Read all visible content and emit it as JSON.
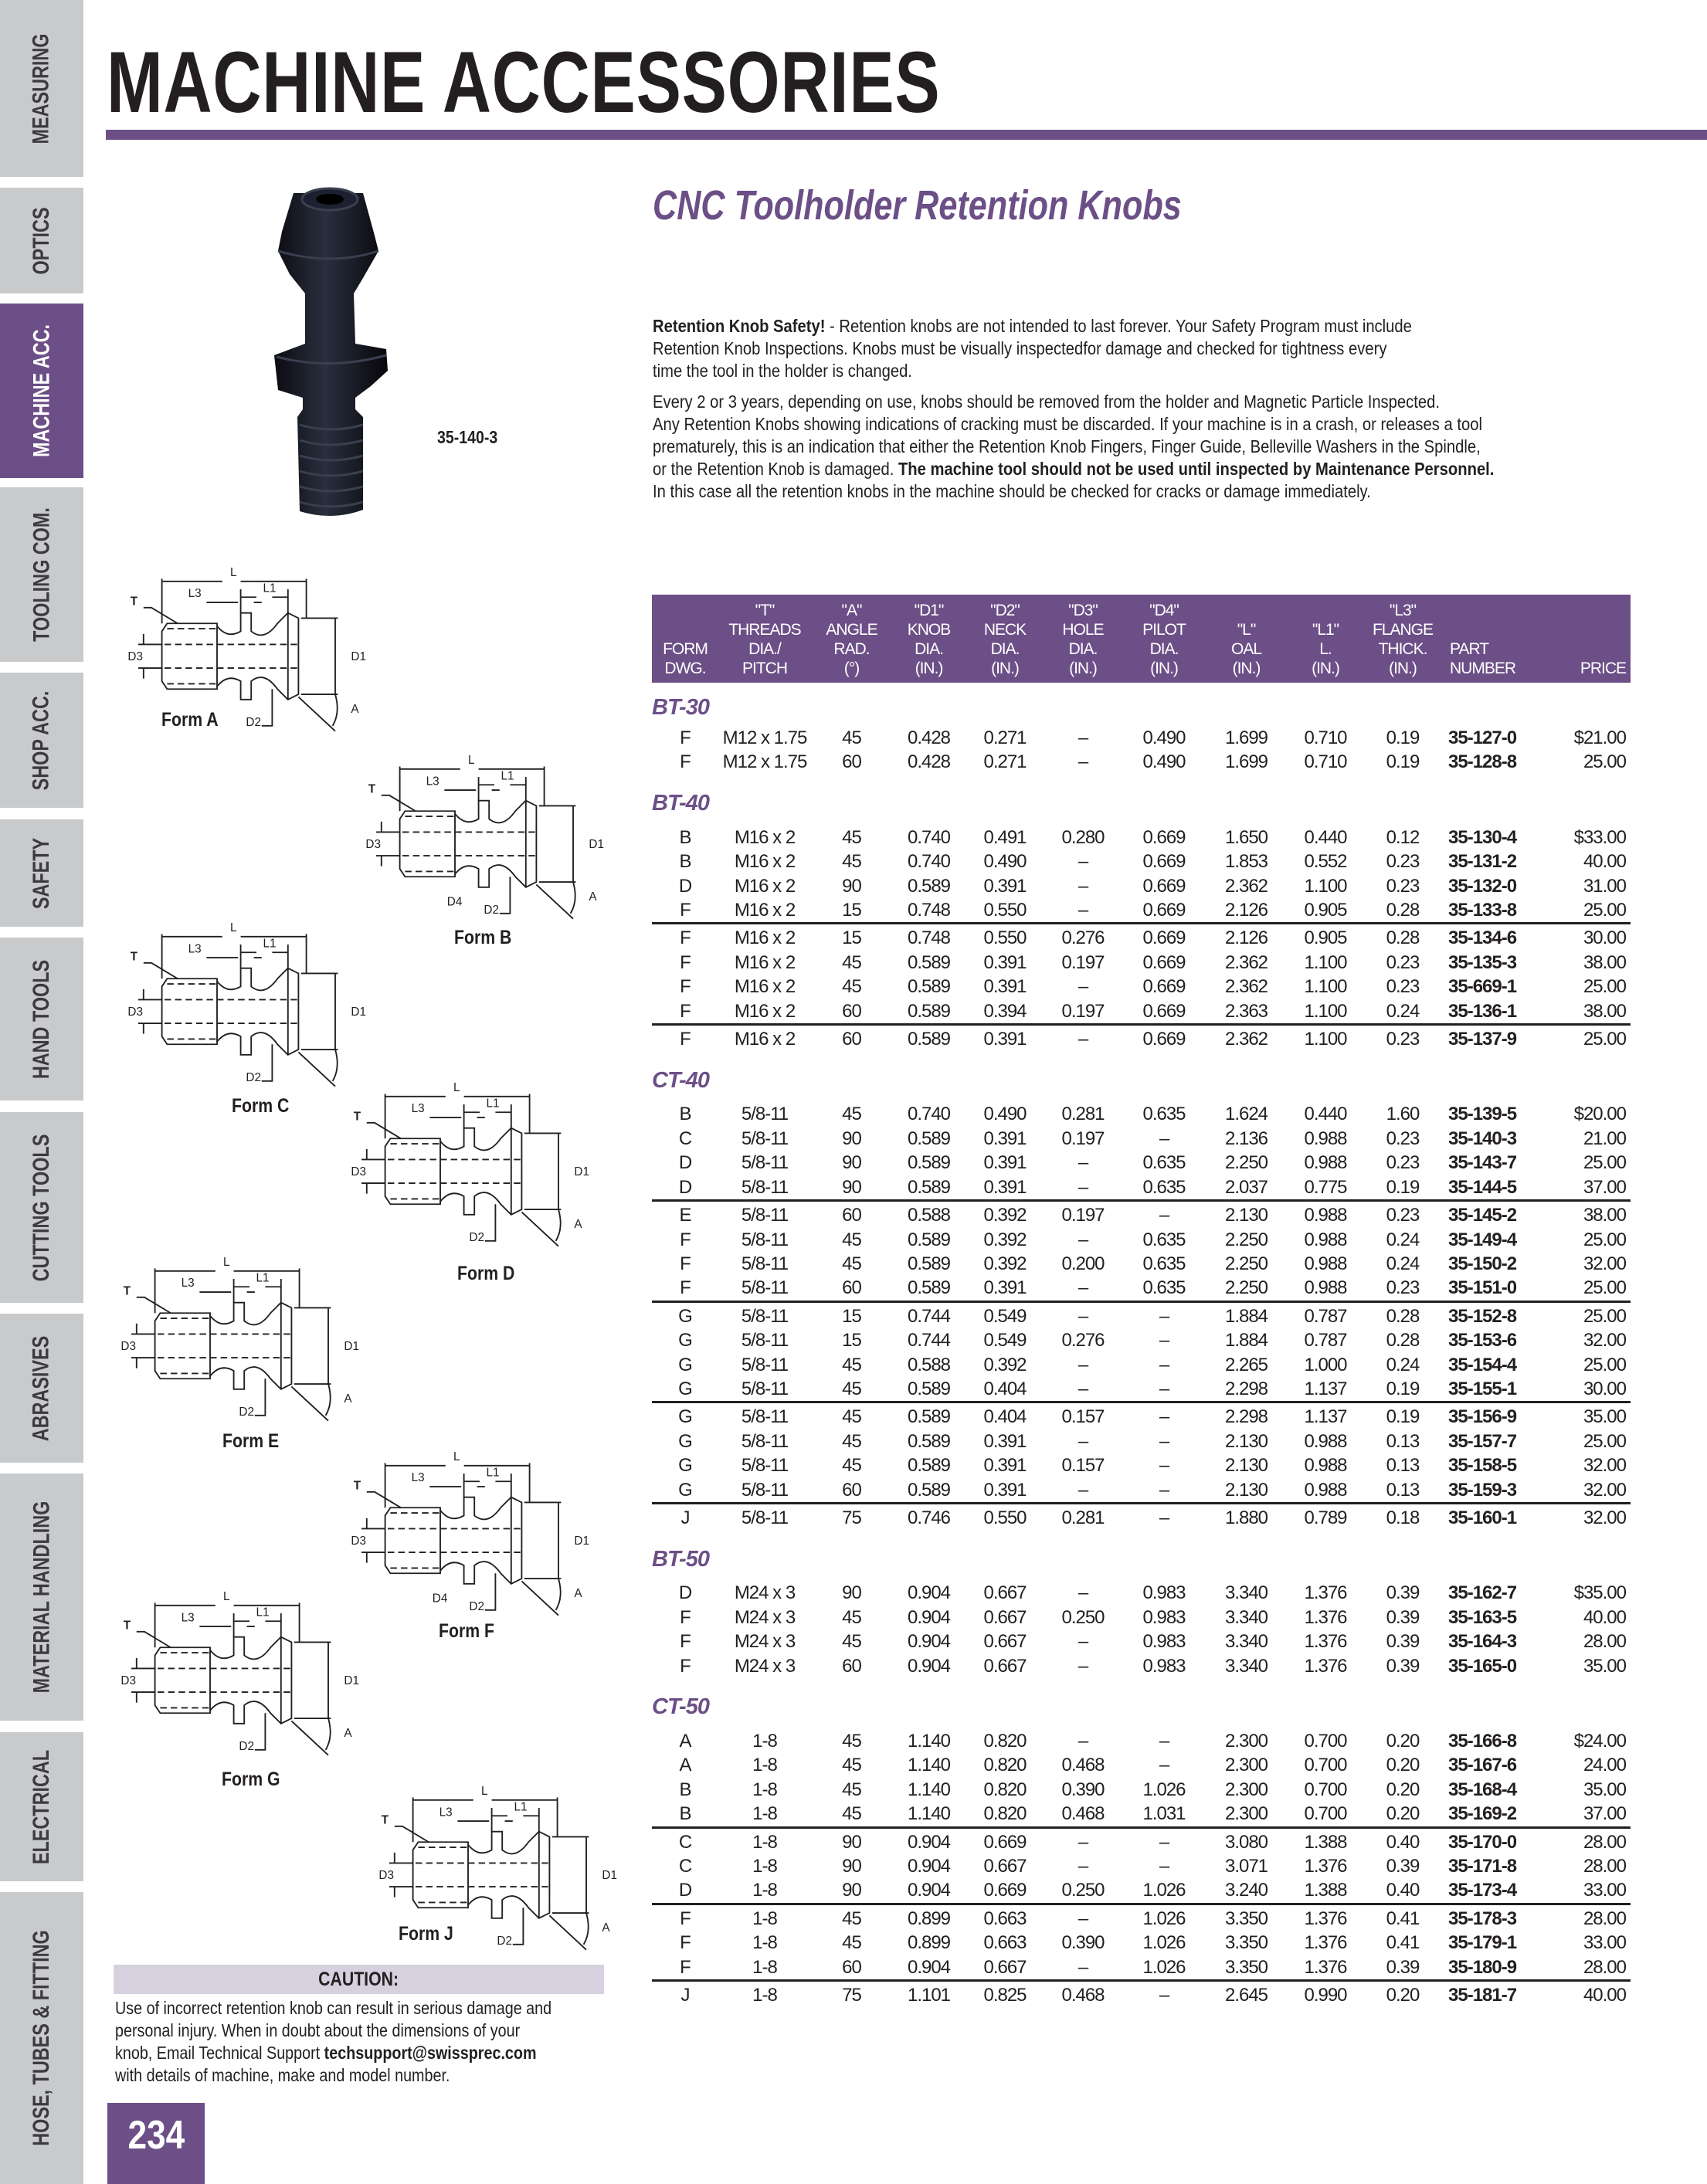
{
  "sidebar": {
    "tabs": [
      {
        "label": "MEASURING",
        "active": false
      },
      {
        "label": "OPTICS",
        "active": false
      },
      {
        "label": "MACHINE ACC.",
        "active": true
      },
      {
        "label": "TOOLING COM.",
        "active": false
      },
      {
        "label": "SHOP ACC.",
        "active": false
      },
      {
        "label": "SAFETY",
        "active": false
      },
      {
        "label": "HAND TOOLS",
        "active": false
      },
      {
        "label": "CUTTING TOOLS",
        "active": false
      },
      {
        "label": "ABRASIVES",
        "active": false
      },
      {
        "label": "MATERIAL HANDLING",
        "active": false
      },
      {
        "label": "ELECTRICAL",
        "active": false
      },
      {
        "label": "HOSE, TUBES & FITTING",
        "active": false
      }
    ]
  },
  "header": {
    "title": "MACHINE ACCESSORIES",
    "accent_color": "#6c4f87"
  },
  "product": {
    "subtitle": "CNC Toolholder Retention Knobs",
    "photo_part": "35-140-3"
  },
  "intro": {
    "p1_bold": "Retention Knob Safety!",
    "p1_line1_rest": " - Retention knobs are not intended to last forever. Your Safety Program must include",
    "p1_line2": "Retention Knob Inspections. Knobs must be visually inspectedfor damage and checked for tightness every",
    "p1_line3": "time the tool in the holder is changed.",
    "p2_line1": "Every 2 or 3 years, depending on use, knobs should be removed from the holder and Magnetic Particle Inspected.",
    "p2_line2": "Any Retention Knobs showing indications of cracking must be discarded. If your machine is in a crash, or releases a tool",
    "p2_line3": "prematurely, this is an indication that either the Retention Knob Fingers, Finger Guide, Belleville Washers in the Spindle,",
    "p2_line4": "or the Retention Knob is damaged.",
    "p2_line4_bold": " The machine tool should not be used until inspected by Maintenance Personnel.",
    "p2_line5": "In this case all the retention knobs in the machine should be checked for cracks or damage immediately."
  },
  "table": {
    "headers": [
      [
        "FORM",
        "DWG."
      ],
      [
        "\"T\"",
        "THREADS",
        "DIA./",
        "PITCH"
      ],
      [
        "\"A\"",
        "ANGLE",
        "RAD.",
        "(°)"
      ],
      [
        "\"D1\"",
        "KNOB",
        "DIA.",
        "(IN.)"
      ],
      [
        "\"D2\"",
        "NECK",
        "DIA.",
        "(IN.)"
      ],
      [
        "\"D3\"",
        "HOLE",
        "DIA.",
        "(IN.)"
      ],
      [
        "\"D4\"",
        "PILOT",
        "DIA.",
        "(IN.)"
      ],
      [
        "\"L\"",
        "OAL",
        "(IN.)"
      ],
      [
        "\"L1\"",
        "L.",
        "(IN.)"
      ],
      [
        "\"L3\"",
        "FLANGE",
        "THICK.",
        "(IN.)"
      ],
      [
        "PART",
        "NUMBER"
      ],
      [
        "PRICE"
      ]
    ],
    "sections": [
      {
        "name": "BT-30",
        "groups": [
          [
            [
              "F",
              "M12 x 1.75",
              "45",
              "0.428",
              "0.271",
              "–",
              "0.490",
              "1.699",
              "0.710",
              "0.19",
              "35-127-0",
              "$21.00"
            ],
            [
              "F",
              "M12 x 1.75",
              "60",
              "0.428",
              "0.271",
              "–",
              "0.490",
              "1.699",
              "0.710",
              "0.19",
              "35-128-8",
              "25.00"
            ]
          ]
        ]
      },
      {
        "name": "BT-40",
        "groups": [
          [
            [
              "B",
              "M16 x 2",
              "45",
              "0.740",
              "0.491",
              "0.280",
              "0.669",
              "1.650",
              "0.440",
              "0.12",
              "35-130-4",
              "$33.00"
            ],
            [
              "B",
              "M16 x 2",
              "45",
              "0.740",
              "0.490",
              "–",
              "0.669",
              "1.853",
              "0.552",
              "0.23",
              "35-131-2",
              "40.00"
            ],
            [
              "D",
              "M16 x 2",
              "90",
              "0.589",
              "0.391",
              "–",
              "0.669",
              "2.362",
              "1.100",
              "0.23",
              "35-132-0",
              "31.00"
            ],
            [
              "F",
              "M16 x 2",
              "15",
              "0.748",
              "0.550",
              "–",
              "0.669",
              "2.126",
              "0.905",
              "0.28",
              "35-133-8",
              "25.00"
            ]
          ],
          [
            [
              "F",
              "M16 x 2",
              "15",
              "0.748",
              "0.550",
              "0.276",
              "0.669",
              "2.126",
              "0.905",
              "0.28",
              "35-134-6",
              "30.00"
            ],
            [
              "F",
              "M16 x 2",
              "45",
              "0.589",
              "0.391",
              "0.197",
              "0.669",
              "2.362",
              "1.100",
              "0.23",
              "35-135-3",
              "38.00"
            ],
            [
              "F",
              "M16 x 2",
              "45",
              "0.589",
              "0.391",
              "–",
              "0.669",
              "2.362",
              "1.100",
              "0.23",
              "35-669-1",
              "25.00"
            ],
            [
              "F",
              "M16 x 2",
              "60",
              "0.589",
              "0.394",
              "0.197",
              "0.669",
              "2.363",
              "1.100",
              "0.24",
              "35-136-1",
              "38.00"
            ]
          ],
          [
            [
              "F",
              "M16 x 2",
              "60",
              "0.589",
              "0.391",
              "–",
              "0.669",
              "2.362",
              "1.100",
              "0.23",
              "35-137-9",
              "25.00"
            ]
          ]
        ]
      },
      {
        "name": "CT-40",
        "groups": [
          [
            [
              "B",
              "5/8-11",
              "45",
              "0.740",
              "0.490",
              "0.281",
              "0.635",
              "1.624",
              "0.440",
              "1.60",
              "35-139-5",
              "$20.00"
            ],
            [
              "C",
              "5/8-11",
              "90",
              "0.589",
              "0.391",
              "0.197",
              "–",
              "2.136",
              "0.988",
              "0.23",
              "35-140-3",
              "21.00"
            ],
            [
              "D",
              "5/8-11",
              "90",
              "0.589",
              "0.391",
              "–",
              "0.635",
              "2.250",
              "0.988",
              "0.23",
              "35-143-7",
              "25.00"
            ],
            [
              "D",
              "5/8-11",
              "90",
              "0.589",
              "0.391",
              "–",
              "0.635",
              "2.037",
              "0.775",
              "0.19",
              "35-144-5",
              "37.00"
            ]
          ],
          [
            [
              "E",
              "5/8-11",
              "60",
              "0.588",
              "0.392",
              "0.197",
              "–",
              "2.130",
              "0.988",
              "0.23",
              "35-145-2",
              "38.00"
            ],
            [
              "F",
              "5/8-11",
              "45",
              "0.589",
              "0.392",
              "–",
              "0.635",
              "2.250",
              "0.988",
              "0.24",
              "35-149-4",
              "25.00"
            ],
            [
              "F",
              "5/8-11",
              "45",
              "0.589",
              "0.392",
              "0.200",
              "0.635",
              "2.250",
              "0.988",
              "0.24",
              "35-150-2",
              "32.00"
            ],
            [
              "F",
              "5/8-11",
              "60",
              "0.589",
              "0.391",
              "–",
              "0.635",
              "2.250",
              "0.988",
              "0.23",
              "35-151-0",
              "25.00"
            ]
          ],
          [
            [
              "G",
              "5/8-11",
              "15",
              "0.744",
              "0.549",
              "–",
              "–",
              "1.884",
              "0.787",
              "0.28",
              "35-152-8",
              "25.00"
            ],
            [
              "G",
              "5/8-11",
              "15",
              "0.744",
              "0.549",
              "0.276",
              "–",
              "1.884",
              "0.787",
              "0.28",
              "35-153-6",
              "32.00"
            ],
            [
              "G",
              "5/8-11",
              "45",
              "0.588",
              "0.392",
              "–",
              "–",
              "2.265",
              "1.000",
              "0.24",
              "35-154-4",
              "25.00"
            ],
            [
              "G",
              "5/8-11",
              "45",
              "0.589",
              "0.404",
              "–",
              "–",
              "2.298",
              "1.137",
              "0.19",
              "35-155-1",
              "30.00"
            ]
          ],
          [
            [
              "G",
              "5/8-11",
              "45",
              "0.589",
              "0.404",
              "0.157",
              "–",
              "2.298",
              "1.137",
              "0.19",
              "35-156-9",
              "35.00"
            ],
            [
              "G",
              "5/8-11",
              "45",
              "0.589",
              "0.391",
              "–",
              "–",
              "2.130",
              "0.988",
              "0.13",
              "35-157-7",
              "25.00"
            ],
            [
              "G",
              "5/8-11",
              "45",
              "0.589",
              "0.391",
              "0.157",
              "–",
              "2.130",
              "0.988",
              "0.13",
              "35-158-5",
              "32.00"
            ],
            [
              "G",
              "5/8-11",
              "60",
              "0.589",
              "0.391",
              "–",
              "–",
              "2.130",
              "0.988",
              "0.13",
              "35-159-3",
              "32.00"
            ]
          ],
          [
            [
              "J",
              "5/8-11",
              "75",
              "0.746",
              "0.550",
              "0.281",
              "–",
              "1.880",
              "0.789",
              "0.18",
              "35-160-1",
              "32.00"
            ]
          ]
        ]
      },
      {
        "name": "BT-50",
        "groups": [
          [
            [
              "D",
              "M24 x 3",
              "90",
              "0.904",
              "0.667",
              "–",
              "0.983",
              "3.340",
              "1.376",
              "0.39",
              "35-162-7",
              "$35.00"
            ],
            [
              "F",
              "M24 x 3",
              "45",
              "0.904",
              "0.667",
              "0.250",
              "0.983",
              "3.340",
              "1.376",
              "0.39",
              "35-163-5",
              "40.00"
            ],
            [
              "F",
              "M24 x 3",
              "45",
              "0.904",
              "0.667",
              "–",
              "0.983",
              "3.340",
              "1.376",
              "0.39",
              "35-164-3",
              "28.00"
            ],
            [
              "F",
              "M24 x 3",
              "60",
              "0.904",
              "0.667",
              "–",
              "0.983",
              "3.340",
              "1.376",
              "0.39",
              "35-165-0",
              "35.00"
            ]
          ]
        ]
      },
      {
        "name": "CT-50",
        "groups": [
          [
            [
              "A",
              "1-8",
              "45",
              "1.140",
              "0.820",
              "–",
              "–",
              "2.300",
              "0.700",
              "0.20",
              "35-166-8",
              "$24.00"
            ],
            [
              "A",
              "1-8",
              "45",
              "1.140",
              "0.820",
              "0.468",
              "–",
              "2.300",
              "0.700",
              "0.20",
              "35-167-6",
              "24.00"
            ],
            [
              "B",
              "1-8",
              "45",
              "1.140",
              "0.820",
              "0.390",
              "1.026",
              "2.300",
              "0.700",
              "0.20",
              "35-168-4",
              "35.00"
            ],
            [
              "B",
              "1-8",
              "45",
              "1.140",
              "0.820",
              "0.468",
              "1.031",
              "2.300",
              "0.700",
              "0.20",
              "35-169-2",
              "37.00"
            ]
          ],
          [
            [
              "C",
              "1-8",
              "90",
              "0.904",
              "0.669",
              "–",
              "–",
              "3.080",
              "1.388",
              "0.40",
              "35-170-0",
              "28.00"
            ],
            [
              "C",
              "1-8",
              "90",
              "0.904",
              "0.667",
              "–",
              "–",
              "3.071",
              "1.376",
              "0.39",
              "35-171-8",
              "28.00"
            ],
            [
              "D",
              "1-8",
              "90",
              "0.904",
              "0.669",
              "0.250",
              "1.026",
              "3.240",
              "1.388",
              "0.40",
              "35-173-4",
              "33.00"
            ]
          ],
          [
            [
              "F",
              "1-8",
              "45",
              "0.899",
              "0.663",
              "–",
              "1.026",
              "3.350",
              "1.376",
              "0.41",
              "35-178-3",
              "28.00"
            ],
            [
              "F",
              "1-8",
              "45",
              "0.899",
              "0.663",
              "0.390",
              "1.026",
              "3.350",
              "1.376",
              "0.41",
              "35-179-1",
              "33.00"
            ],
            [
              "F",
              "1-8",
              "60",
              "0.904",
              "0.667",
              "–",
              "1.026",
              "3.350",
              "1.376",
              "0.39",
              "35-180-9",
              "28.00"
            ]
          ],
          [
            [
              "J",
              "1-8",
              "75",
              "1.101",
              "0.825",
              "0.468",
              "–",
              "2.645",
              "0.990",
              "0.20",
              "35-181-7",
              "40.00"
            ]
          ]
        ]
      }
    ]
  },
  "drawings": [
    {
      "label": "Form A",
      "dims": [
        "T",
        "L",
        "L1",
        "L3",
        "D1",
        "D2",
        "D3",
        "A"
      ]
    },
    {
      "label": "Form B",
      "dims": [
        "T",
        "L",
        "L1",
        "L3",
        "D1",
        "D2",
        "D3",
        "D4",
        "A"
      ]
    },
    {
      "label": "Form C",
      "dims": [
        "T",
        "L",
        "L1",
        "L3",
        "D1",
        "D2",
        "D3"
      ]
    },
    {
      "label": "Form D",
      "dims": [
        "T",
        "L",
        "L1",
        "L3",
        "D1",
        "D2",
        "D3",
        "A"
      ]
    },
    {
      "label": "Form E",
      "dims": [
        "T",
        "L",
        "L1",
        "L3",
        "D1",
        "D2",
        "D3",
        "A"
      ]
    },
    {
      "label": "Form F",
      "dims": [
        "T",
        "L",
        "L1",
        "L3",
        "D1",
        "D2",
        "D3",
        "D4",
        "A"
      ]
    },
    {
      "label": "Form G",
      "dims": [
        "T",
        "L",
        "L1",
        "L3",
        "D1",
        "D2",
        "D3",
        "A"
      ]
    },
    {
      "label": "Form J",
      "dims": [
        "T",
        "L",
        "L1",
        "L3",
        "D1",
        "D2",
        "D3",
        "A"
      ]
    }
  ],
  "caution": {
    "title": "CAUTION:",
    "line1": "Use of incorrect retention knob can result in serious damage and",
    "line2": "personal injury. When in doubt about the dimensions of your",
    "line3": "knob, Email Technical Support ",
    "email": "techsupport@swissprec.com",
    "line4": "with details of machine, make and model number."
  },
  "page_number": "234"
}
